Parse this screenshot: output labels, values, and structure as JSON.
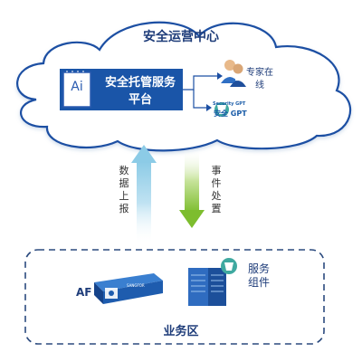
{
  "cloud": {
    "title": "安全运营中心",
    "platform": {
      "icon_text": "Ai",
      "label": "安全托管服务平台"
    },
    "expert": {
      "label": "专家在线",
      "icon": "expert-people-icon"
    },
    "gpt": {
      "line1": "Security GPT",
      "line2": "安全 GPT",
      "icon": "security-gpt-logo"
    }
  },
  "arrows": {
    "up": {
      "label": "数据上报",
      "color": "#9fd4ec"
    },
    "down": {
      "label": "事件处置",
      "color": "#8cc63f"
    }
  },
  "zone": {
    "label": "业务区",
    "af": {
      "label": "AF",
      "brand": "SANGFOR",
      "icon": "firewall-device-icon"
    },
    "service": {
      "label": "服务组件",
      "icon": "server-rack-icon"
    }
  },
  "colors": {
    "cloud_stroke": "#1c4fa3",
    "platform_fill": "#1a55a8",
    "zone_border": "#2b4a7e",
    "text_dark": "#1f3d7a"
  }
}
